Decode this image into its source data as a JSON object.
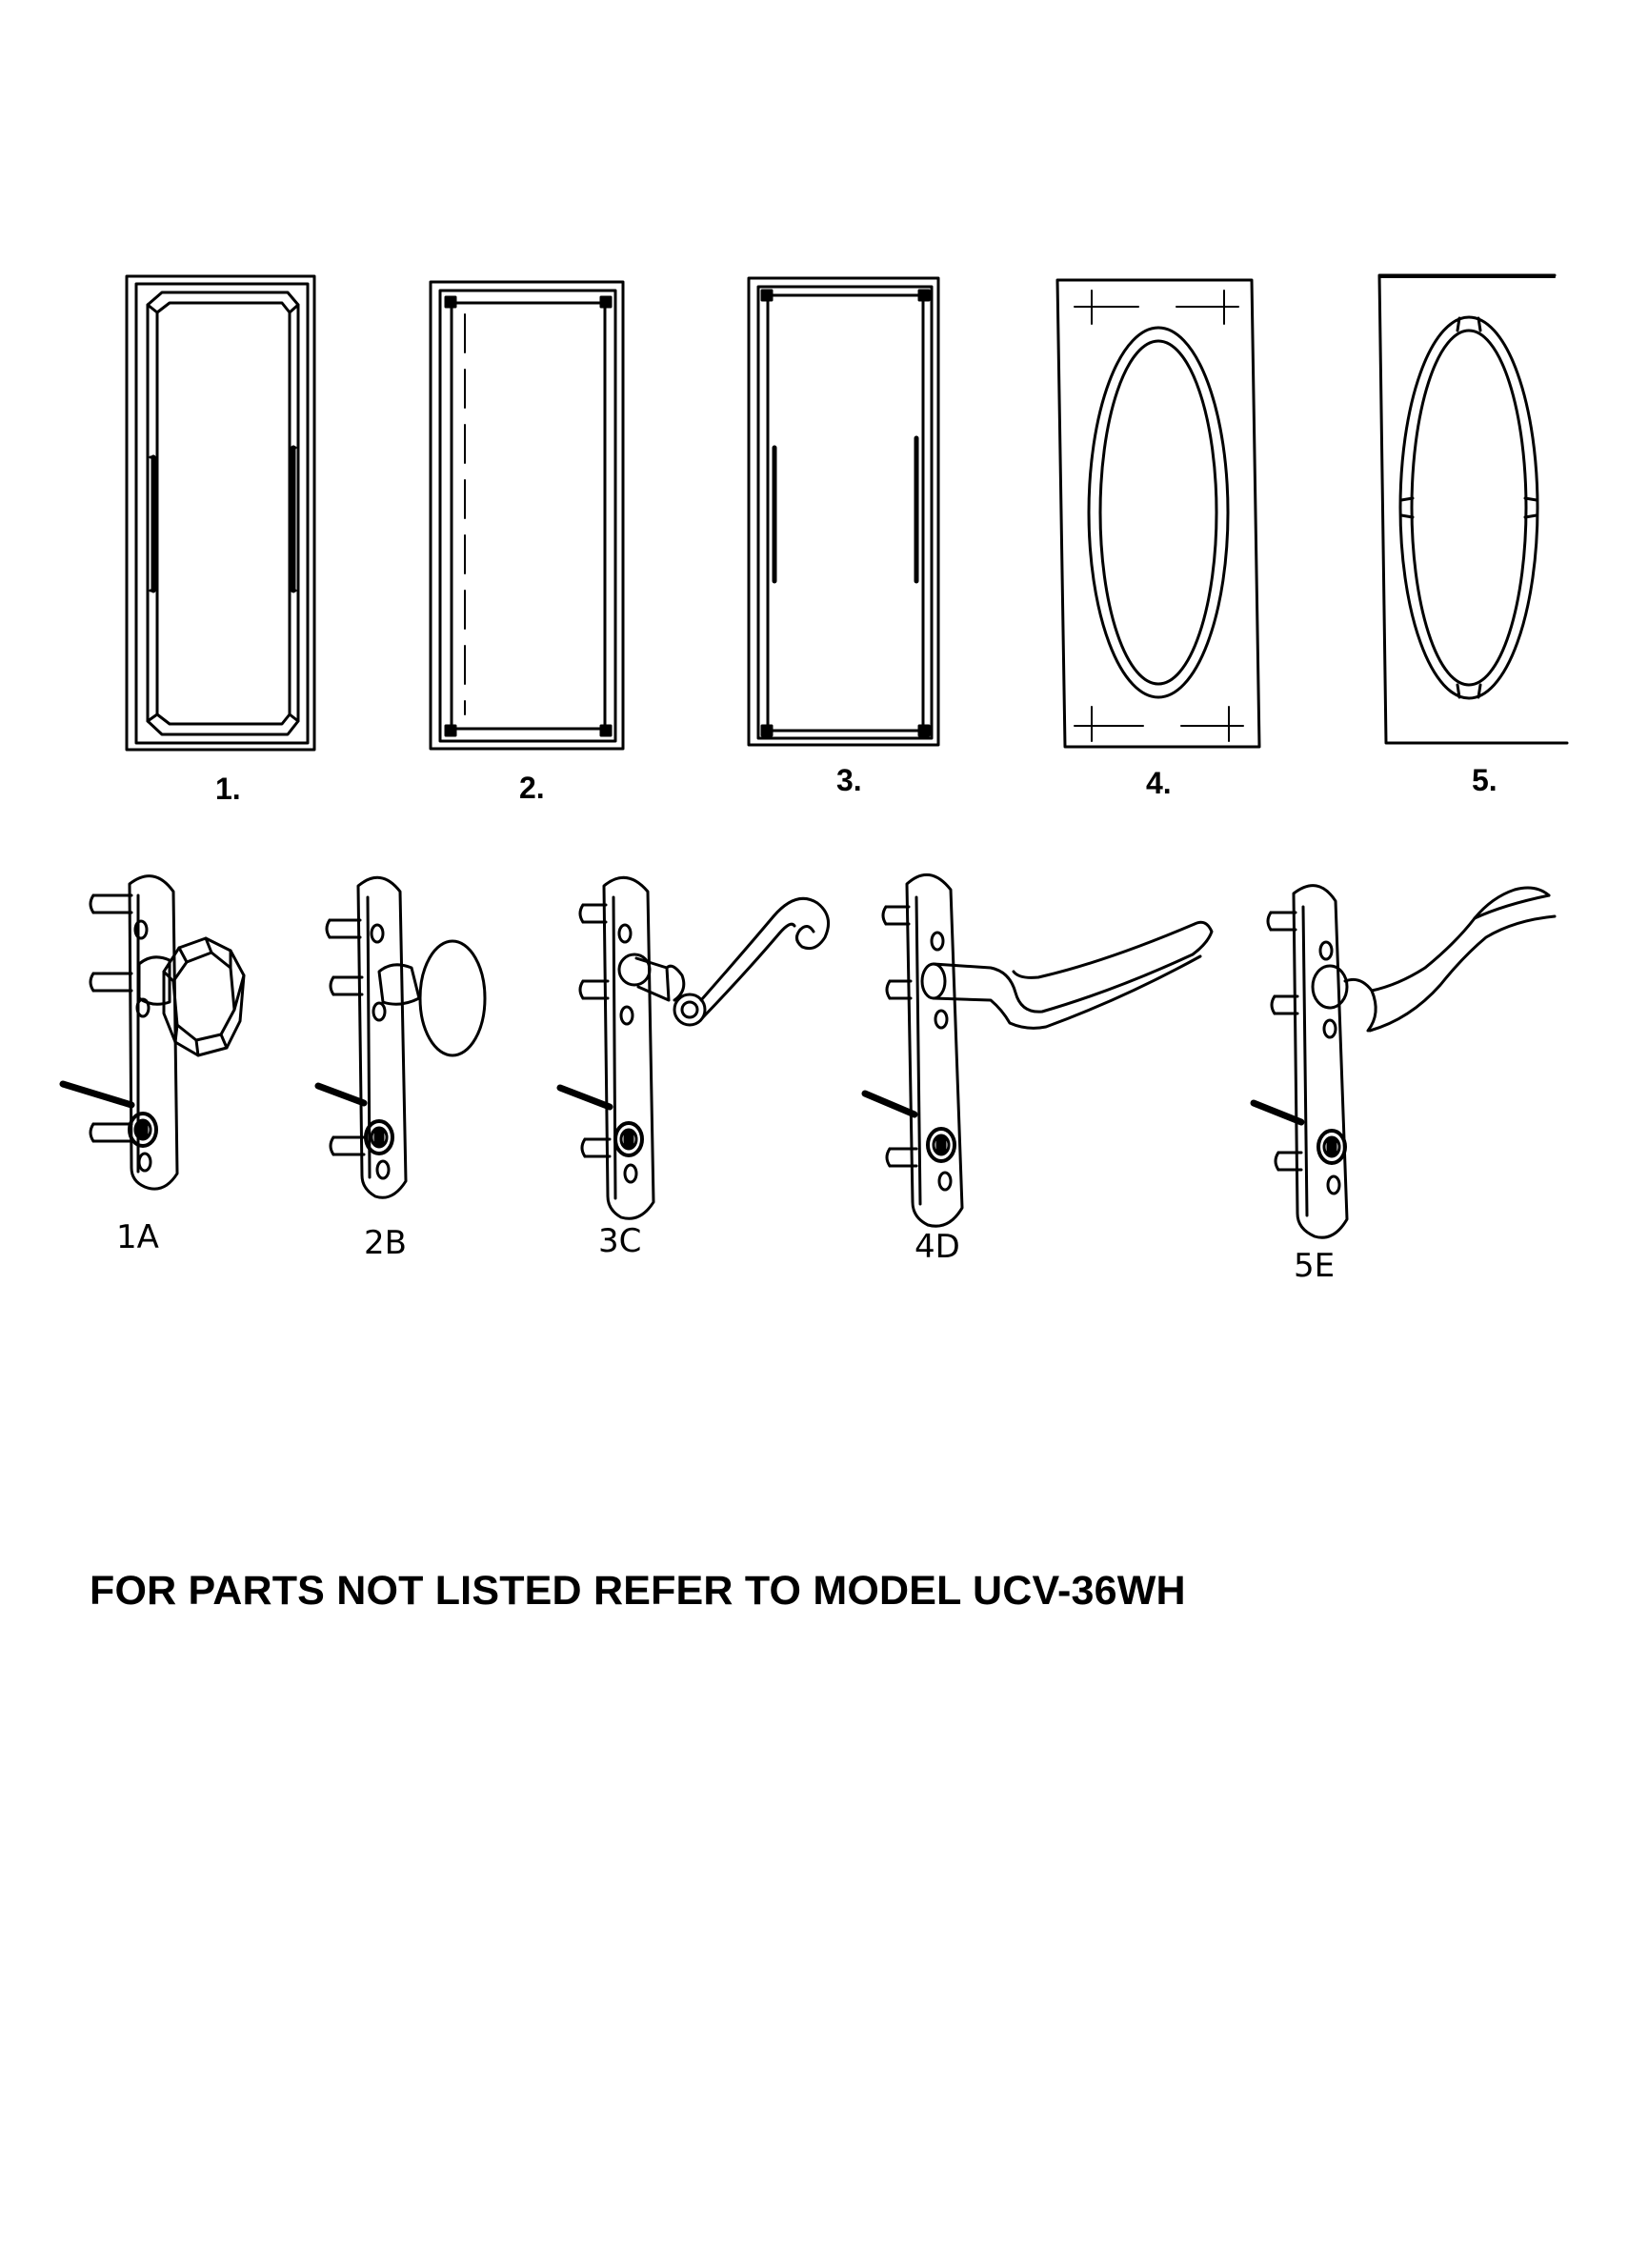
{
  "panels": [
    {
      "id": "panel-1",
      "label": "1."
    },
    {
      "id": "panel-2",
      "label": "2."
    },
    {
      "id": "panel-3",
      "label": "3."
    },
    {
      "id": "panel-4",
      "label": "4."
    },
    {
      "id": "panel-5",
      "label": "5."
    }
  ],
  "hardware": [
    {
      "id": "hardware-1a",
      "label": "1A",
      "style": "octagonal knob"
    },
    {
      "id": "hardware-2b",
      "label": "2B",
      "style": "oval knob"
    },
    {
      "id": "hardware-3c",
      "label": "3C",
      "style": "scroll lever"
    },
    {
      "id": "hardware-4d",
      "label": "4D",
      "style": "straight lever"
    },
    {
      "id": "hardware-5e",
      "label": "5E",
      "style": "curved lever"
    }
  ],
  "note": "FOR PARTS NOT LISTED REFER TO MODEL UCV-36WH",
  "colors": {
    "ink": "#000000",
    "paper": "#ffffff"
  }
}
